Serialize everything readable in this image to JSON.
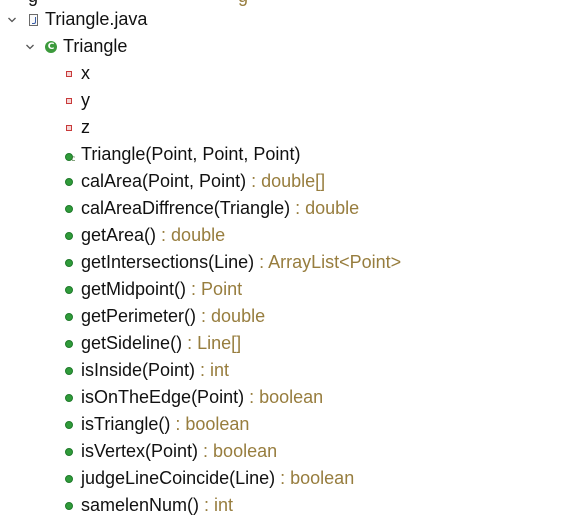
{
  "cut_row": {
    "prefix": "g",
    "suffix": "g"
  },
  "file": {
    "name": "Triangle.java",
    "icon": "java-file-icon"
  },
  "class": {
    "name": "Triangle",
    "icon": "class-icon"
  },
  "members": [
    {
      "kind": "field",
      "icon": "private-field-icon",
      "sig": "x",
      "ret": ""
    },
    {
      "kind": "field",
      "icon": "private-field-icon",
      "sig": "y",
      "ret": ""
    },
    {
      "kind": "field",
      "icon": "private-field-icon",
      "sig": "z",
      "ret": ""
    },
    {
      "kind": "constructor",
      "icon": "constructor-icon",
      "sig": "Triangle(Point, Point, Point)",
      "ret": ""
    },
    {
      "kind": "method",
      "icon": "public-method-icon",
      "sig": "calArea(Point, Point)",
      "ret": " : double[]"
    },
    {
      "kind": "method",
      "icon": "public-method-icon",
      "sig": "calAreaDiffrence(Triangle)",
      "ret": " : double"
    },
    {
      "kind": "method",
      "icon": "public-method-icon",
      "sig": "getArea()",
      "ret": " : double"
    },
    {
      "kind": "method",
      "icon": "public-method-icon",
      "sig": "getIntersections(Line)",
      "ret": " : ArrayList<Point>"
    },
    {
      "kind": "method",
      "icon": "public-method-icon",
      "sig": "getMidpoint()",
      "ret": " : Point"
    },
    {
      "kind": "method",
      "icon": "public-method-icon",
      "sig": "getPerimeter()",
      "ret": " : double"
    },
    {
      "kind": "method",
      "icon": "public-method-icon",
      "sig": "getSideline()",
      "ret": " : Line[]"
    },
    {
      "kind": "method",
      "icon": "public-method-icon",
      "sig": "isInside(Point)",
      "ret": " : int"
    },
    {
      "kind": "method",
      "icon": "public-method-icon",
      "sig": "isOnTheEdge(Point)",
      "ret": " : boolean"
    },
    {
      "kind": "method",
      "icon": "public-method-icon",
      "sig": "isTriangle()",
      "ret": " : boolean"
    },
    {
      "kind": "method",
      "icon": "public-method-icon",
      "sig": "isVertex(Point)",
      "ret": " : boolean"
    },
    {
      "kind": "method",
      "icon": "public-method-icon",
      "sig": "judgeLineCoincide(Line)",
      "ret": " : boolean"
    },
    {
      "kind": "method",
      "icon": "public-method-icon",
      "sig": "samelenNum()",
      "ret": " : int"
    }
  ],
  "colors": {
    "text": "#111111",
    "return_type": "#977d3e",
    "method_icon": "#2f9b3a",
    "field_icon": "#c83a3a",
    "class_icon": "#3c9a3c"
  }
}
